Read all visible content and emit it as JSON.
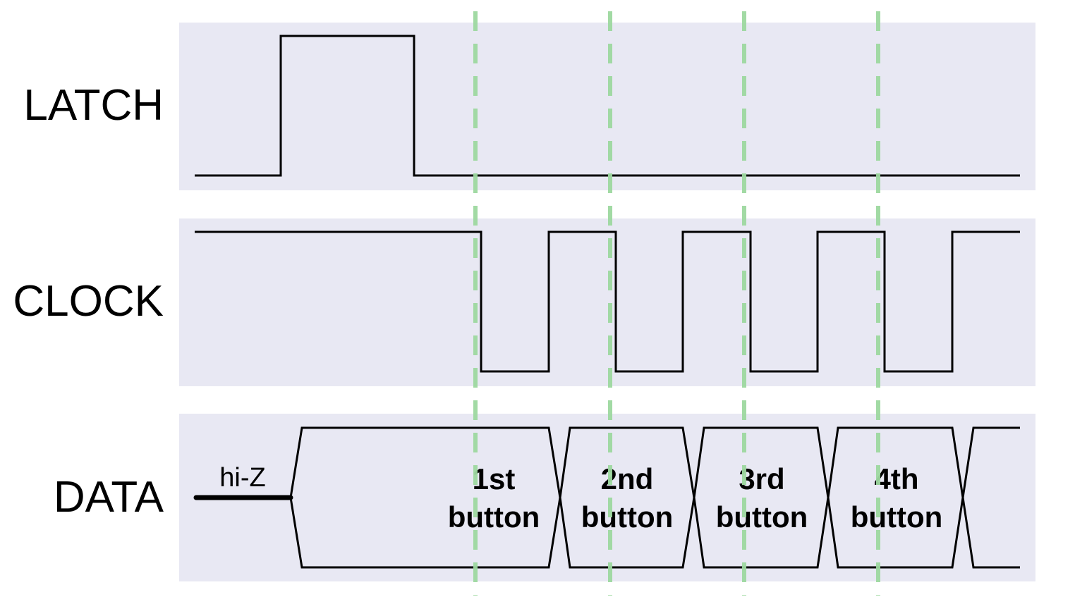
{
  "signals": [
    {
      "id": "latch",
      "label": "LATCH"
    },
    {
      "id": "clock",
      "label": "CLOCK"
    },
    {
      "id": "data",
      "label": "DATA"
    }
  ],
  "data_line": {
    "hiz_label": "hi-Z",
    "segments": [
      {
        "line1": "1st",
        "line2": "button"
      },
      {
        "line1": "2nd",
        "line2": "button"
      },
      {
        "line1": "3rd",
        "line2": "button"
      },
      {
        "line1": "4th",
        "line2": "button"
      }
    ]
  },
  "colors": {
    "lane_background": "#e8e8f3",
    "waveform": "#000000",
    "guide_line": "#9ed9a0"
  }
}
